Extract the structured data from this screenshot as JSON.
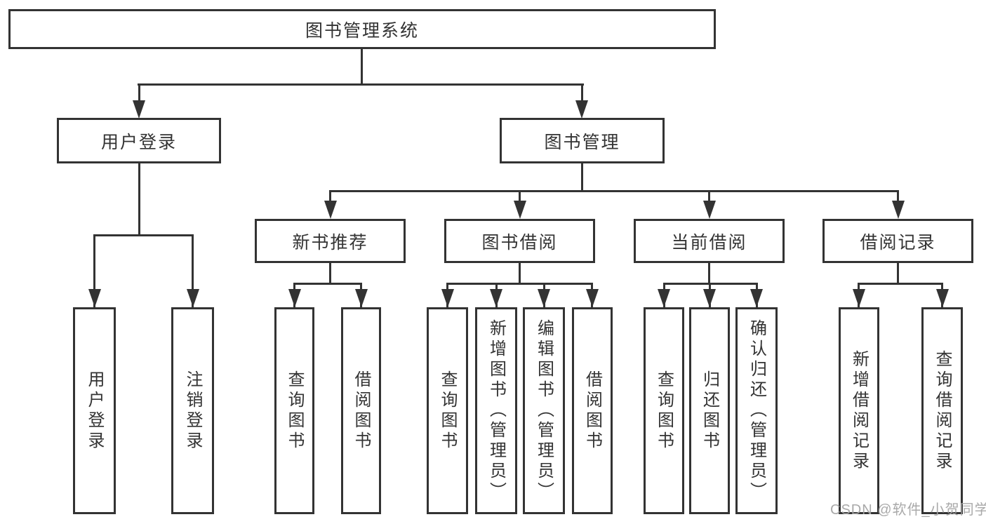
{
  "diagram": {
    "type": "hierarchy-tree",
    "colors": {
      "line": "#333333",
      "text": "#333333",
      "background": "#ffffff",
      "watermark": "#a4a4a4"
    },
    "tree": {
      "label": "图书管理系统",
      "children": [
        {
          "label": "用户登录",
          "children": [
            {
              "label": "用户登录"
            },
            {
              "label": "注销登录"
            }
          ]
        },
        {
          "label": "图书管理",
          "children": [
            {
              "label": "新书推荐",
              "children": [
                {
                  "label": "查询图书"
                },
                {
                  "label": "借阅图书"
                }
              ]
            },
            {
              "label": "图书借阅",
              "children": [
                {
                  "label": "查询图书"
                },
                {
                  "label": "新增图书（管理员）"
                },
                {
                  "label": "编辑图书（管理员）"
                },
                {
                  "label": "借阅图书"
                }
              ]
            },
            {
              "label": "当前借阅",
              "children": [
                {
                  "label": "查询图书"
                },
                {
                  "label": "归还图书"
                },
                {
                  "label": "确认归还（管理员）"
                }
              ]
            },
            {
              "label": "借阅记录",
              "children": [
                {
                  "label": "新增借阅记录"
                },
                {
                  "label": "查询借阅记录"
                }
              ]
            }
          ]
        }
      ]
    },
    "watermark": {
      "text": "CSDN @软件_小贺同学"
    }
  }
}
